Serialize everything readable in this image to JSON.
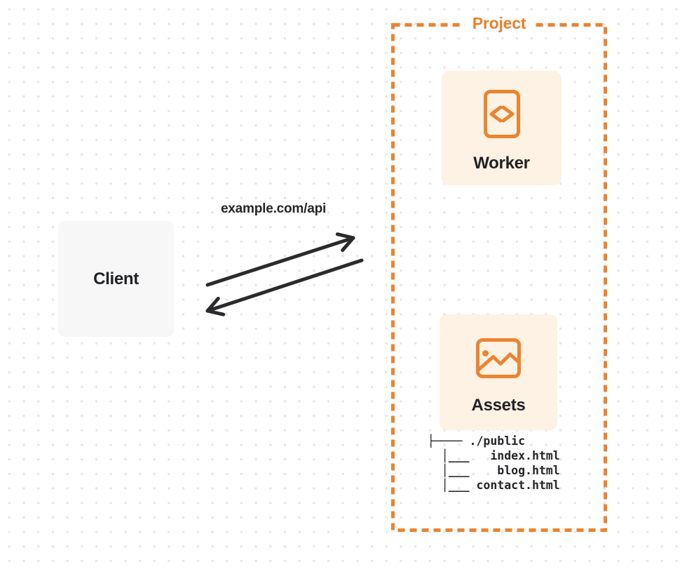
{
  "diagram": {
    "client": {
      "label": "Client"
    },
    "request_label": "example.com/api",
    "project": {
      "label": "Project",
      "worker": {
        "label": "Worker",
        "icon": "code-file-icon"
      },
      "assets": {
        "label": "Assets",
        "icon": "image-icon"
      },
      "file_tree": {
        "text": " ├──── ./public\n   │___   index.html\n   │___    blog.html\n   │___ contact.html",
        "root": "./public",
        "files": [
          "index.html",
          "blog.html",
          "contact.html"
        ]
      }
    },
    "arrows": {
      "request": "client-to-project",
      "response": "project-to-client"
    },
    "colors": {
      "accent_orange": "#eb8430",
      "project_label_orange": "#e8812d",
      "card_background": "#fdf2e3",
      "client_background": "#f7f7f8",
      "arrow_dark": "#2b2b2d",
      "text_dark": "#1f2124",
      "grid_dot": "#e7e7ea",
      "page_background": "#ffffff"
    }
  }
}
